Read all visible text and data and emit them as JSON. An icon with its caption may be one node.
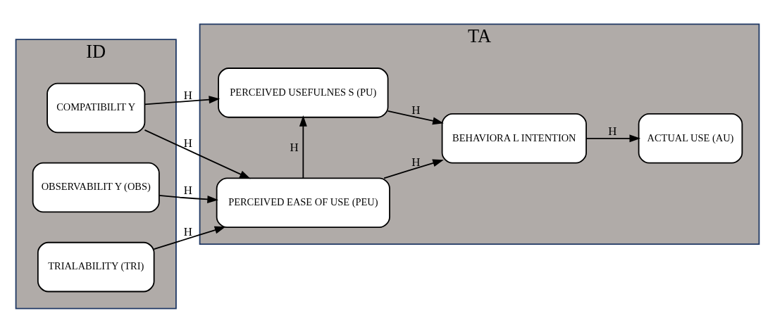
{
  "diagram": {
    "nodes": [
      {
        "text": [
          "ID"
        ]
      },
      {
        "text": [
          "COMPATIBILIT Y"
        ],
        "in": 0
      },
      {
        "text": [
          "OBSERVABILIT Y (OBS)"
        ],
        "in": 0
      },
      {
        "text": [
          "TRIALABILITY (TRI)"
        ],
        "in": 0
      },
      {
        "text": [
          "TA"
        ]
      },
      {
        "text": [
          "PERCEIVED USEFULNES S (PU)"
        ],
        "in": 4
      },
      {
        "text": [
          "PERCEIVED EASE OF USE (PEU)"
        ],
        "in": 4
      },
      {
        "text": [
          "BEHAVIORA L INTENTION"
        ],
        "in": 4
      },
      {
        "text": [
          "ACTUAL USE (AU)"
        ],
        "in": 4
      }
    ],
    "edges": [
      {
        "from": 1,
        "to": 5,
        "arrow": "to",
        "label": "H"
      },
      {
        "from": 1,
        "to": 6,
        "arrow": "to",
        "label": "H"
      },
      {
        "from": 2,
        "to": 6,
        "arrow": "to",
        "label": "H"
      },
      {
        "from": 3,
        "to": 6,
        "arrow": "to",
        "label": "H"
      },
      {
        "from": 6,
        "to": 5,
        "arrow": "to",
        "label": "H"
      },
      {
        "from": 5,
        "to": 7,
        "arrow": "to",
        "label": "H"
      },
      {
        "from": 6,
        "to": 7,
        "arrow": "to",
        "label": "H"
      },
      {
        "from": 7,
        "to": 8,
        "arrow": "to",
        "label": "H"
      }
    ]
  }
}
